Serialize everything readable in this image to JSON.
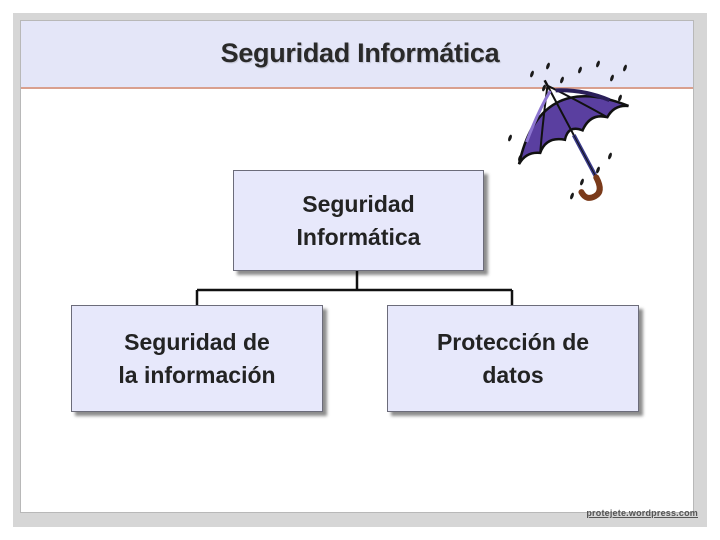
{
  "slide": {
    "title": "Seguridad Informática",
    "credit": "protejete.wordpress.com"
  },
  "diagram": {
    "root": "Seguridad\nInformática",
    "children": [
      "Seguridad de\nla información",
      "Protección de\ndatos"
    ]
  },
  "clipart": {
    "icon": "umbrella-rain-icon"
  },
  "colors": {
    "title_band": "#e4e6f8",
    "box_fill": "#e7e8fb",
    "divider": "#d9a08f",
    "umbrella": "#5a3fa0"
  }
}
